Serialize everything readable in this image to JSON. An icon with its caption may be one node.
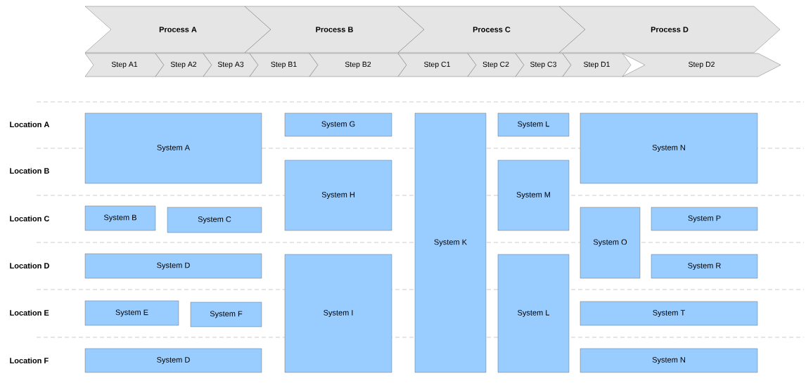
{
  "diagram": {
    "nodes": [
      {
        "text": [
          "Process A"
        ]
      },
      {
        "text": [
          "Process B"
        ]
      },
      {
        "text": [
          "Process C"
        ]
      },
      {
        "text": [
          "Process D"
        ]
      },
      {
        "text": [
          "Step A1"
        ]
      },
      {
        "text": [
          "Step A2"
        ]
      },
      {
        "text": [
          "Step A3"
        ]
      },
      {
        "text": [
          "Step B1"
        ]
      },
      {
        "text": [
          "Step B2"
        ]
      },
      {
        "text": [
          "Step C1"
        ]
      },
      {
        "text": [
          "Step C2"
        ]
      },
      {
        "text": [
          "Step C3"
        ]
      },
      {
        "text": [
          "Step D1"
        ]
      },
      {
        "text": [
          "Step D2"
        ]
      },
      {
        "text": [
          "System A"
        ]
      },
      {
        "text": [
          "System G"
        ]
      },
      {
        "text": [
          "System K"
        ]
      },
      {
        "text": [
          "System L"
        ]
      },
      {
        "text": [
          "System N"
        ]
      },
      {
        "text": [
          "System H"
        ]
      },
      {
        "text": [
          "System M"
        ]
      },
      {
        "text": [
          "System B"
        ]
      },
      {
        "text": [
          "System C"
        ]
      },
      {
        "text": [
          "System O"
        ]
      },
      {
        "text": [
          "System P"
        ]
      },
      {
        "text": [
          "System D"
        ]
      },
      {
        "text": [
          "System I"
        ]
      },
      {
        "text": [
          "System L"
        ]
      },
      {
        "text": [
          "System R"
        ]
      },
      {
        "text": [
          "System E"
        ]
      },
      {
        "text": [
          "System F"
        ]
      },
      {
        "text": [
          "System T"
        ]
      },
      {
        "text": [
          "System D"
        ]
      },
      {
        "text": [
          "System N"
        ]
      }
    ],
    "labels": [
      "Location A",
      "Location B",
      "Location C",
      "Location D",
      "Location E",
      "Location F"
    ]
  }
}
